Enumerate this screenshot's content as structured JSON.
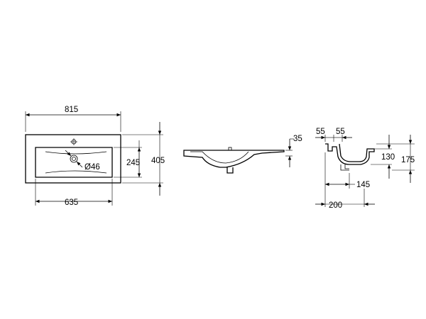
{
  "drawing": {
    "top_view": {
      "overall_width": "815",
      "overall_depth": "405",
      "bowl_width": "635",
      "bowl_depth": "245",
      "tap_hole": "Ø46"
    },
    "side_view": {
      "rim_height": "35"
    },
    "section_view": {
      "rear_offset": "55",
      "rear_offset_2": "55",
      "bowl_depth_inner": "130",
      "overall_height": "175",
      "drain_offset": "145",
      "drain_position": "200"
    }
  }
}
